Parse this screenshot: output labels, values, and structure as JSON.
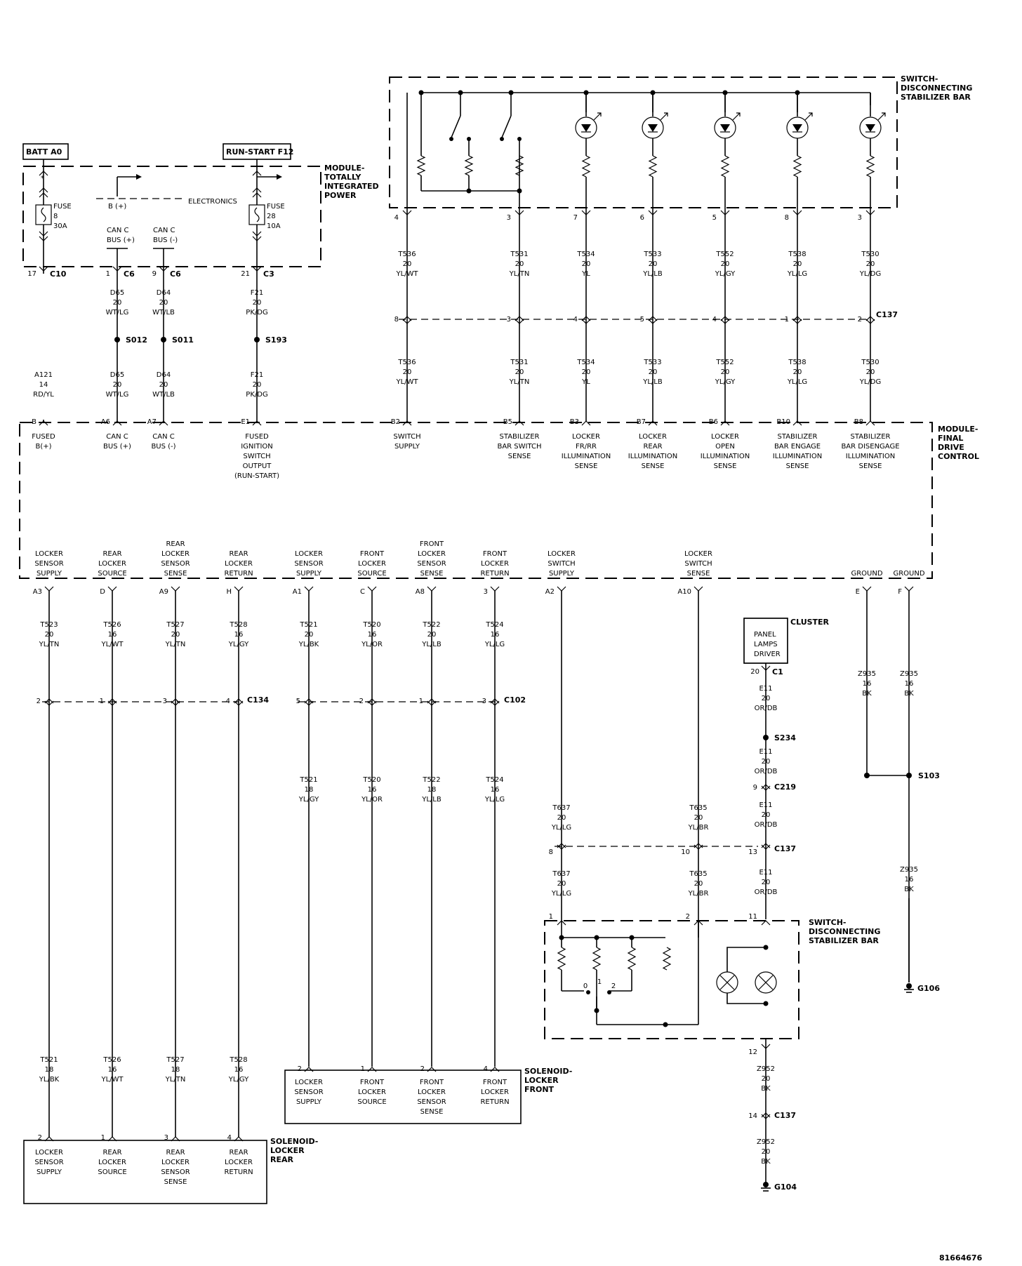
{
  "modules": {
    "tipm": "MODULE-\nTOTALLY\nINTEGRATED\nPOWER",
    "fdcm": "MODULE-\nFINAL\nDRIVE\nCONTROL",
    "switch_top": "SWITCH-\nDISCONNECTING\nSTABILIZER BAR",
    "switch_bottom": "SWITCH-\nDISCONNECTING\nSTABILIZER BAR",
    "cluster": "CLUSTER",
    "cluster_driver": "PANEL\nLAMPS\nDRIVER",
    "solenoid_front": "SOLENOID-\nLOCKER\nFRONT",
    "solenoid_rear": "SOLENOID-\nLOCKER\nREAR"
  },
  "tipm": {
    "batt": "BATT A0",
    "run": "RUN-START F12",
    "fuse1": "FUSE\n8\n30A",
    "fuse2": "FUSE\n28\n10A",
    "bplus": "B (+)",
    "electronics": "ELECTRONICS",
    "canc_plus": "CAN C\nBUS (+)",
    "canc_minus": "CAN C\nBUS (-)",
    "star": "*"
  },
  "tipm_pins": [
    {
      "pin": "17",
      "conn": "C10"
    },
    {
      "pin": "1",
      "conn": "C6"
    },
    {
      "pin": "9",
      "conn": "C6"
    },
    {
      "pin": "21",
      "conn": "C3"
    }
  ],
  "tipm_wires_upper": [
    {
      "wire": "D65\n20\nWT/LG"
    },
    {
      "wire": "D64\n20\nWT/LB"
    },
    {
      "wire": "F21\n20\nPK/DG"
    }
  ],
  "tipm_splices": [
    "S012",
    "S011",
    "S193"
  ],
  "tipm_wires_lower": [
    {
      "wire": "A121\n14\nRD/YL"
    },
    {
      "wire": "D65\n20\nWT/LG"
    },
    {
      "wire": "D64\n20\nWT/LB"
    },
    {
      "wire": "F21\n20\nPK/DG"
    }
  ],
  "top_switch_pins": [
    "4",
    "3",
    "7",
    "6",
    "5",
    "8",
    "3"
  ],
  "top_wires_upper": [
    "T536\n20\nYL/WT",
    "T531\n20\nYL/TN",
    "T534\n20\nYL",
    "T533\n20\nYL/LB",
    "T552\n20\nYL/GY",
    "T538\n20\nYL/LG",
    "T530\n20\nYL/DG"
  ],
  "c137_top_pins": [
    "8",
    "3",
    "4",
    "5",
    "4",
    "1",
    "2"
  ],
  "c137_label": "C137",
  "top_wires_lower": [
    "T536\n20\nYL/WT",
    "T531\n20\nYL/TN",
    "T534\n20\nYL",
    "T533\n20\nYL/LB",
    "T552\n20\nYL/GY",
    "T538\n20\nYL/LG",
    "T530\n20\nYL/DG"
  ],
  "fdcm_top_pins": [
    "B",
    "A6",
    "A7",
    "E1",
    "B2",
    "B5",
    "B3",
    "B7",
    "B6",
    "B10",
    "B8"
  ],
  "fdcm_top_labels": [
    "FUSED\nB(+)",
    "CAN C\nBUS (+)",
    "CAN C\nBUS (-)",
    "FUSED\nIGNITION\nSWITCH\nOUTPUT\n(RUN-START)",
    "SWITCH\nSUPPLY",
    "STABILIZER\nBAR SWITCH\nSENSE",
    "LOCKER\nFR/RR\nILLUMINATION\nSENSE",
    "LOCKER\nREAR\nILLUMINATION\nSENSE",
    "LOCKER\nOPEN\nILLUMINATION\nSENSE",
    "STABILIZER\nBAR ENGAGE\nILLUMINATION\nSENSE",
    "STABILIZER\nBAR DISENGAGE\nILLUMINATION\nSENSE"
  ],
  "fdcm_bottom_labels": [
    "LOCKER\nSENSOR\nSUPPLY",
    "REAR\nLOCKER\nSOURCE",
    "REAR\nLOCKER\nSENSOR\nSENSE",
    "REAR\nLOCKER\nRETURN",
    "LOCKER\nSENSOR\nSUPPLY",
    "FRONT\nLOCKER\nSOURCE",
    "FRONT\nLOCKER\nSENSOR\nSENSE",
    "FRONT\nLOCKER\nRETURN",
    "LOCKER\nSWITCH\nSUPPLY",
    "LOCKER\nSWITCH\nSENSE",
    "GROUND",
    "GROUND"
  ],
  "fdcm_bottom_pins": [
    "A3",
    "D",
    "A9",
    "H",
    "A1",
    "C",
    "A8",
    "3",
    "A2",
    "A10",
    "E",
    "F"
  ],
  "bottom_wires_upper": [
    "T523\n20\nYL/TN",
    "T526\n16\nYL/WT",
    "T527\n20\nYL/TN",
    "T528\n16\nYL/GY",
    "T521\n20\nYL/BK",
    "T520\n16\nYL/OR",
    "T522\n20\nYL/LB",
    "T524\n16\nYL/LG"
  ],
  "c134": {
    "label": "C134",
    "pins": [
      "2",
      "1",
      "3",
      "4"
    ]
  },
  "c102": {
    "label": "C102",
    "pins": [
      "5",
      "2",
      "1",
      "3"
    ]
  },
  "front_wires_lower": [
    "T521\n18\nYL/GY",
    "T520\n16\nYL/OR",
    "T522\n18\nYL/LB",
    "T524\n16\nYL/LG"
  ],
  "rear_wires_lower": [
    "T521\n18\nYL/BK",
    "T526\n16\nYL/WT",
    "T527\n18\nYL/TN",
    "T528\n16\nYL/GY"
  ],
  "solenoid_front_pins": [
    "2",
    "1",
    "2",
    "4"
  ],
  "solenoid_front_labels": [
    "LOCKER\nSENSOR\nSUPPLY",
    "FRONT\nLOCKER\nSOURCE",
    "FRONT\nLOCKER\nSENSOR\nSENSE",
    "FRONT\nLOCKER\nRETURN"
  ],
  "solenoid_rear_pins": [
    "2",
    "1",
    "3",
    "4"
  ],
  "solenoid_rear_labels": [
    "LOCKER\nSENSOR\nSUPPLY",
    "REAR\nLOCKER\nSOURCE",
    "REAR\nLOCKER\nSENSOR\nSENSE",
    "REAR\nLOCKER\nRETURN"
  ],
  "switch_bottom_wires": {
    "w1_upper": "T637\n20\nYL/LG",
    "w2_upper": "T635\n20\nYL/BR",
    "w1_lower": "T637\n20\nYL/LG",
    "w2_lower": "T635\n20\nYL/BR",
    "c137_pins": [
      "8",
      "10",
      "13"
    ],
    "switch_pins": [
      "1",
      "2",
      "11"
    ],
    "switch_positions": [
      "0",
      "1",
      "2"
    ]
  },
  "cluster_chain": {
    "pin": "20",
    "conn": "C1",
    "w1": "E11\n20\nOR/DB",
    "splice": "S234",
    "w2": "E11\n20\nOR/DB",
    "c219_pin": "9",
    "c219": "C219",
    "w3": "E11\n20\nOR/DB",
    "w4": "E11\n20\nOR/DB",
    "pin12": "12",
    "w5": "Z952\n20\nBK",
    "pin14": "14",
    "c137": "C137",
    "w6": "Z952\n20\nBK",
    "g104": "G104"
  },
  "ground_chain": {
    "w_e": "Z935\n16\nBK",
    "w_f": "Z935\n16\nBK",
    "splice": "S103",
    "w_lower": "Z935\n16\nBK",
    "g106": "G106"
  },
  "figure_id": "81664676"
}
